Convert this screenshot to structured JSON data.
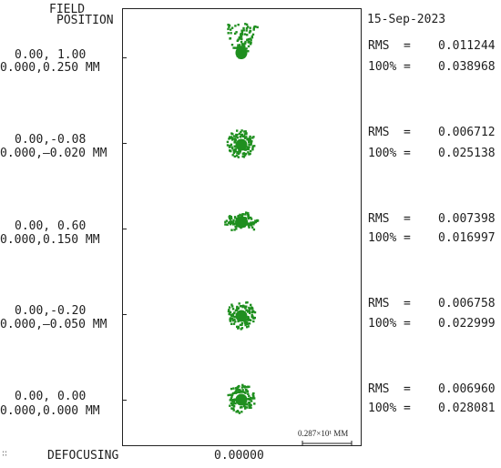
{
  "header": {
    "field_title_line1": "FIELD",
    "field_title_line2": "POSITION",
    "date": "15-Sep-2023"
  },
  "fields": [
    {
      "line1": "0.00, 1.00",
      "line2": "0.000,0.250 MM",
      "rms_label": "RMS",
      "rms_eq": "=",
      "rms_value": "0.011244",
      "full_label": "100%",
      "full_eq": "=",
      "full_value": "0.038968"
    },
    {
      "line1": "0.00,-0.08",
      "line2": "0.000,‒0.020 MM",
      "rms_label": "RMS",
      "rms_eq": "=",
      "rms_value": "0.006712",
      "full_label": "100%",
      "full_eq": "=",
      "full_value": "0.025138"
    },
    {
      "line1": "0.00, 0.60",
      "line2": "0.000,0.150 MM",
      "rms_label": "RMS",
      "rms_eq": "=",
      "rms_value": "0.007398",
      "full_label": "100%",
      "full_eq": "=",
      "full_value": "0.016997"
    },
    {
      "line1": "0.00,-0.20",
      "line2": "0.000,‒0.050 MM",
      "rms_label": "RMS",
      "rms_eq": "=",
      "rms_value": "0.006758",
      "full_label": "100%",
      "full_eq": "=",
      "full_value": "0.022999"
    },
    {
      "line1": "0.00, 0.00",
      "line2": "0.000,0.000 MM",
      "rms_label": "RMS",
      "rms_eq": "=",
      "rms_value": "0.006960",
      "full_label": "100%",
      "full_eq": "=",
      "full_value": "0.028081"
    }
  ],
  "scale_bar": {
    "label": "0.287×10¹ MM"
  },
  "footer": {
    "defocusing_label": "DEFOCUSING",
    "defocusing_value": "0.00000",
    "corner_glyph": "∷"
  },
  "colors": {
    "spot": "#1f8f1f",
    "frame": "#222222",
    "text": "#1e1e1e"
  }
}
